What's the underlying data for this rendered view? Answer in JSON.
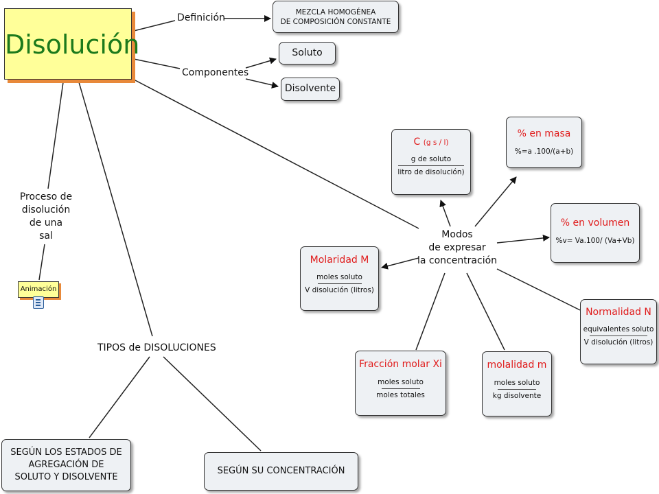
{
  "main_concept": "Disolución",
  "links": {
    "definicion": "Definición",
    "componentes": "Componentes",
    "proceso": [
      "Proceso de",
      "disolución",
      "de una",
      "sal"
    ],
    "tipos": "TIPOS de DISOLUCIONES",
    "modos": [
      "Modos",
      "de expresar",
      "la concentración"
    ]
  },
  "definition": [
    "MEZCLA HOMOGÉNEA",
    "DE COMPOSICIÓN CONSTANTE"
  ],
  "components": {
    "soluto": "Soluto",
    "disolvente": "Disolvente"
  },
  "animation": {
    "label": "Animación",
    "icon": "document-icon"
  },
  "types": {
    "estados": [
      "SEGÚN LOS ESTADOS DE",
      "AGREGACIÓN DE",
      "SOLUTO Y DISOLVENTE"
    ],
    "concentracion": "SEGÚN SU CONCENTRACIÓN"
  },
  "concentration": {
    "c": {
      "title": "C",
      "unit": "(g s / l)",
      "numerator": "g de soluto",
      "denominator": "litro de disolución)"
    },
    "masa": {
      "title": "% en masa",
      "formula": "%=a .100/(a+b)"
    },
    "volumen": {
      "title": "% en volumen",
      "formula": "%v= Va.100/ (Va+Vb)"
    },
    "molaridad": {
      "title": "Molaridad M",
      "numerator": "moles soluto",
      "denominator": "V disolución (litros)"
    },
    "normalidad": {
      "title": "Normalidad N",
      "numerator": "equivalentes soluto",
      "denominator": "V disolución (litros)"
    },
    "fraccion": {
      "title": "Fracción molar Xi",
      "numerator": "moles soluto",
      "denominator": "moles totales"
    },
    "molalidad": {
      "title": "molalidad m",
      "numerator": "moles soluto",
      "denominator": "kg disolvente"
    }
  },
  "colors": {
    "concept_fill": "#ffff99",
    "concept_text": "#1c7a1c",
    "shadow": "#e8893a",
    "box_fill": "#eef1f4",
    "red_title": "#e01b1b"
  }
}
